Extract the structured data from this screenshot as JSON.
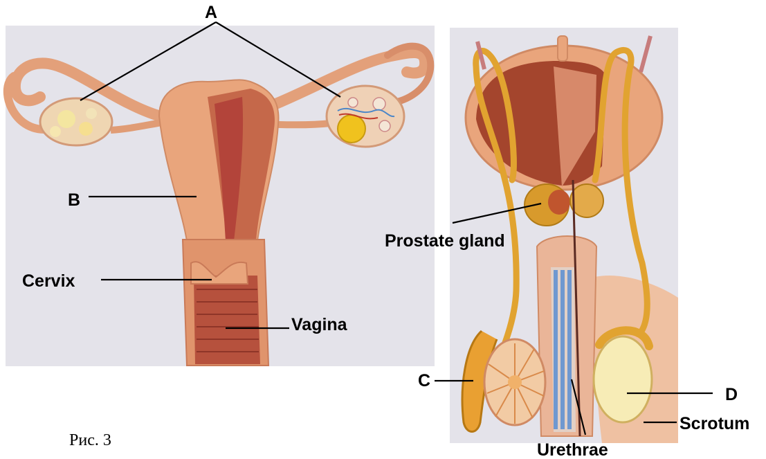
{
  "figure": {
    "caption": "Рис. 3"
  },
  "female": {
    "label_a": "A",
    "label_b": "B",
    "label_cervix": "Cervix",
    "label_vagina": "Vagina"
  },
  "male": {
    "label_prostate": "Prostate gland",
    "label_c": "C",
    "label_d": "D",
    "label_scrotum": "Scrotum",
    "label_urethrae": "Urethrae"
  },
  "colors": {
    "panel_bg": "#e4e3ea",
    "tissue": "#e9a57c",
    "tissue_dark": "#c5684a",
    "lumen": "#b3443a",
    "ovary": "#efd6b2",
    "follicle": "#f0c21e",
    "gland": "#d89a2c",
    "bladder_inner": "#a4452d",
    "tubule_blue": "#6f98d0"
  }
}
